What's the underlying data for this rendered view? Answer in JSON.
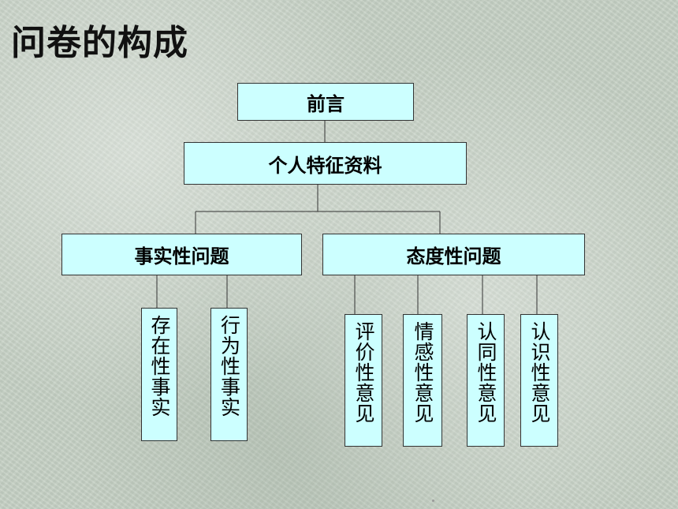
{
  "title": "问卷的构成",
  "nodes": {
    "preface": "前言",
    "personal_info": "个人特征资料",
    "factual_questions": "事实性问题",
    "attitude_questions": "态度性问题",
    "existing_facts": "存在性事实",
    "behavioral_facts": "行为性事实",
    "evaluative_opinion": "评价性意见",
    "emotional_opinion": "情感性意见",
    "approval_opinion": "认同性意见",
    "cognitive_opinion": "认识性意见"
  },
  "colors": {
    "box_fill": "#ccffff",
    "line": "#333333"
  }
}
